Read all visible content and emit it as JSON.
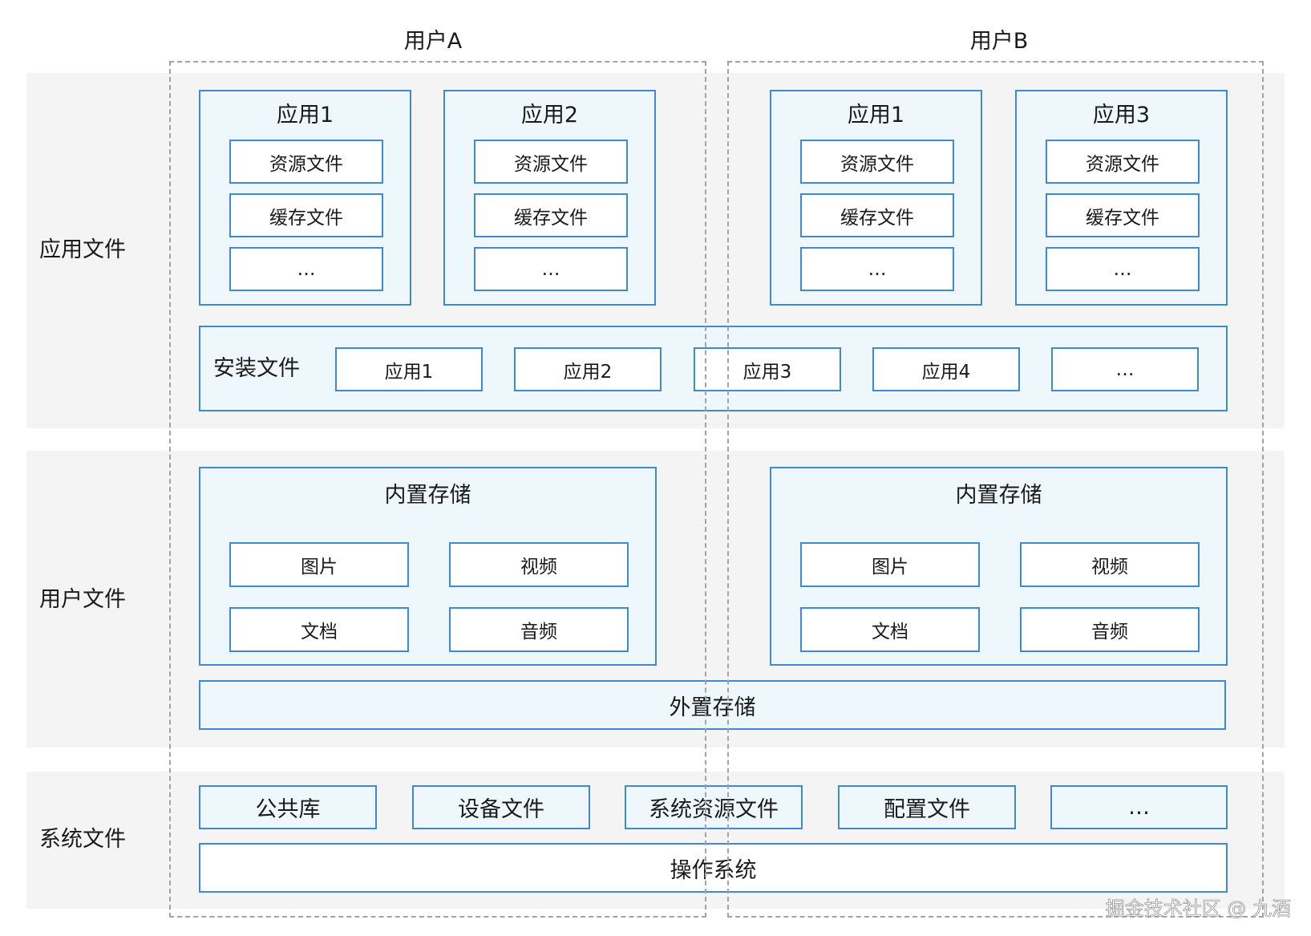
{
  "users": {
    "a": "用户A",
    "b": "用户B"
  },
  "rows": {
    "app_files": "应用文件",
    "user_files": "用户文件",
    "system_files": "系统文件"
  },
  "apps_a": [
    {
      "title": "应用1",
      "items": [
        "资源文件",
        "缓存文件",
        "…"
      ]
    },
    {
      "title": "应用2",
      "items": [
        "资源文件",
        "缓存文件",
        "…"
      ]
    }
  ],
  "apps_b": [
    {
      "title": "应用1",
      "items": [
        "资源文件",
        "缓存文件",
        "…"
      ]
    },
    {
      "title": "应用3",
      "items": [
        "资源文件",
        "缓存文件",
        "…"
      ]
    }
  ],
  "install": {
    "label": "安装文件",
    "items": [
      "应用1",
      "应用2",
      "应用3",
      "应用4",
      "…"
    ]
  },
  "internal_a": {
    "title": "内置存储",
    "items": [
      "图片",
      "视频",
      "文档",
      "音频"
    ]
  },
  "internal_b": {
    "title": "内置存储",
    "items": [
      "图片",
      "视频",
      "文档",
      "音频"
    ]
  },
  "external": "外置存储",
  "system": {
    "items": [
      "公共库",
      "设备文件",
      "系统资源文件",
      "配置文件",
      "…"
    ],
    "os": "操作系统"
  },
  "watermark": "掘金技术社区 @ 九酒",
  "colors": {
    "accent": "#3d8ad1",
    "panel_fill": "#eef8fc",
    "band_fill": "#f4f4f4",
    "dash": "#a3a3a3"
  }
}
